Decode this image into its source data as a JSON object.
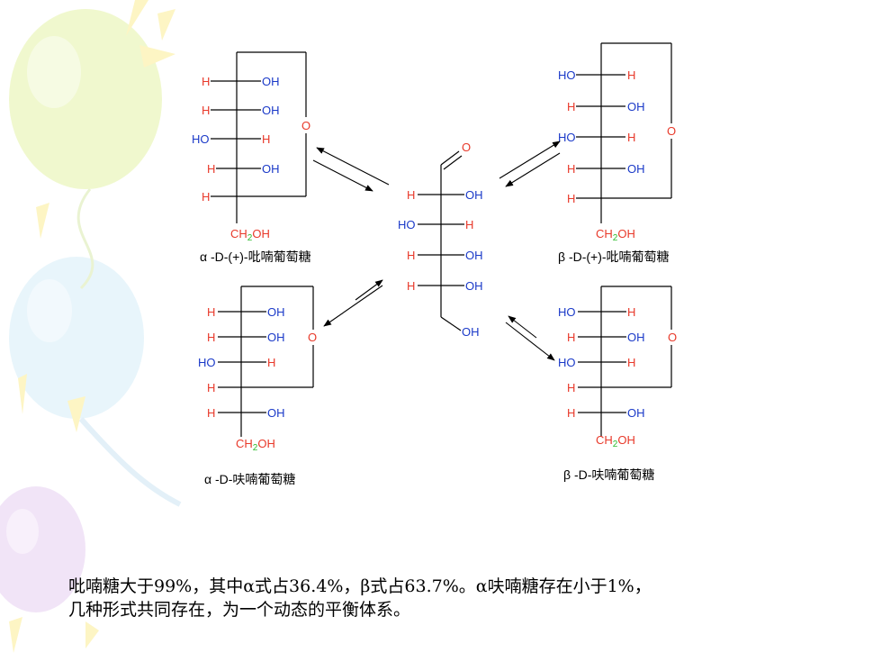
{
  "colors": {
    "hydrogen": "#e8392a",
    "oxygen_group": "#1a39c8",
    "subscript": "#2bbb2b",
    "bond": "#000000"
  },
  "atoms": {
    "H": "H",
    "OH": "OH",
    "HO": "HO",
    "O": "O",
    "CH": "CH",
    "sub2": "2"
  },
  "captions": {
    "alpha_pyranose": "α -D-(+)-吡喃葡萄糖",
    "beta_pyranose": "β -D-(+)-吡喃葡萄糖",
    "alpha_furanose": "α -D-呋喃葡萄糖",
    "beta_furanose": "β -D-呋喃葡萄糖"
  },
  "paragraph": {
    "line1": "吡喃糖大于99%，其中α式占36.4%，β式占63.7%。α呋喃糖存在小于1%，",
    "line2": "几种形式共同存在，为一个动态的平衡体系。"
  }
}
